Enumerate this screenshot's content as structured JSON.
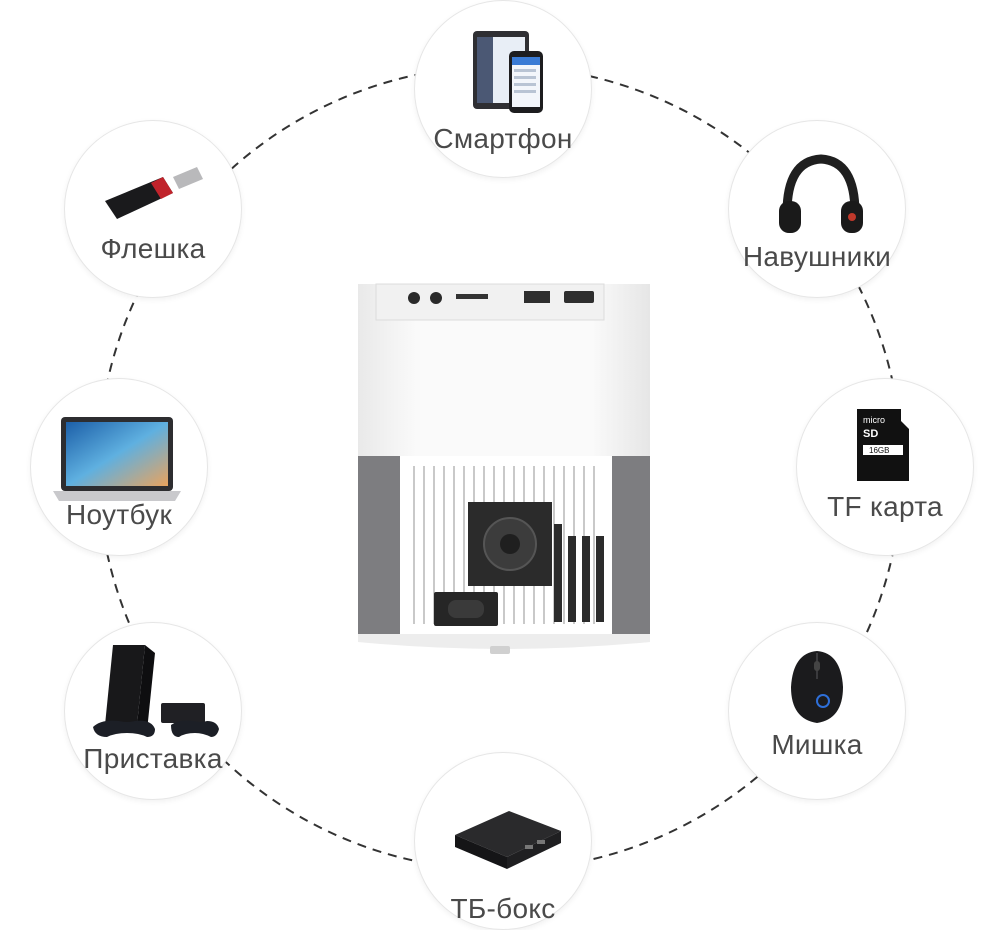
{
  "labels": {
    "smartphone": "Смартфон",
    "headphones": "Навушники",
    "tf_card": "TF карта",
    "mouse": "Мишка",
    "tv_box": "ТБ-бокс",
    "console": "Приставка",
    "laptop": "Ноутбук",
    "flash_drive": "Флешка"
  },
  "colors": {
    "ring": "#333333",
    "label": "#4a4a4a",
    "projector_body": "#f4f4f4",
    "projector_grey": "#7d7d80"
  },
  "icons": [
    "smartphone-icon",
    "headphones-icon",
    "tf-card-icon",
    "mouse-icon",
    "tv-box-icon",
    "console-icon",
    "laptop-icon",
    "flash-drive-icon",
    "projector-icon"
  ]
}
